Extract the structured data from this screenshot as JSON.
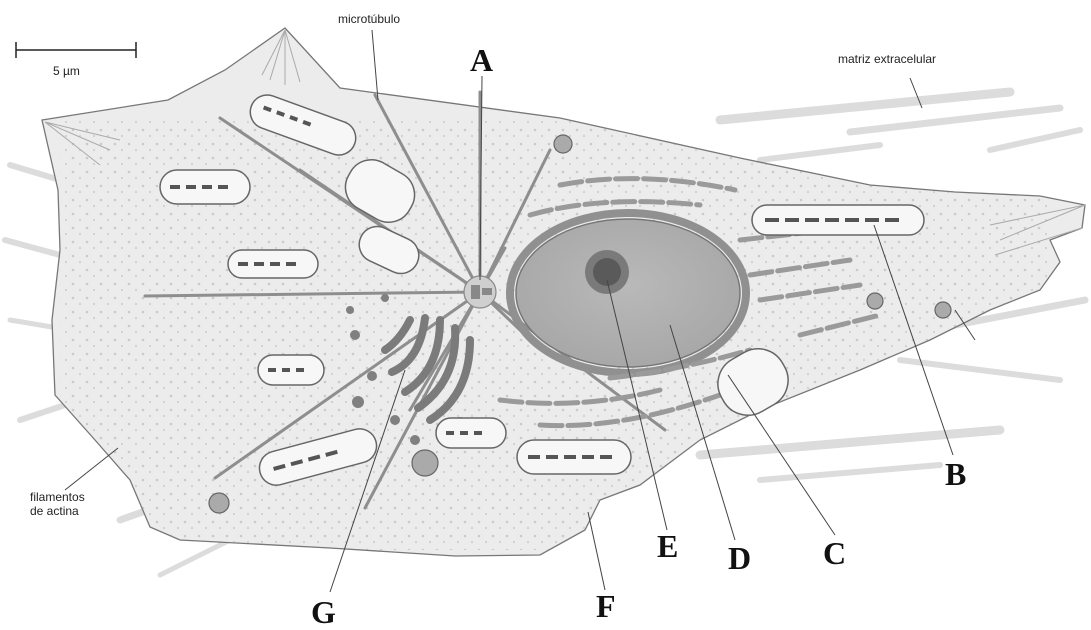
{
  "figure": {
    "scale_bar": "5 µm",
    "labels": {
      "microtubule": "microtúbulo",
      "extracellular_matrix": "matriz extracelular",
      "actin_line1": "filamentos",
      "actin_line2": "de actina"
    },
    "letters": [
      "A",
      "B",
      "C",
      "D",
      "E",
      "F",
      "G"
    ]
  }
}
